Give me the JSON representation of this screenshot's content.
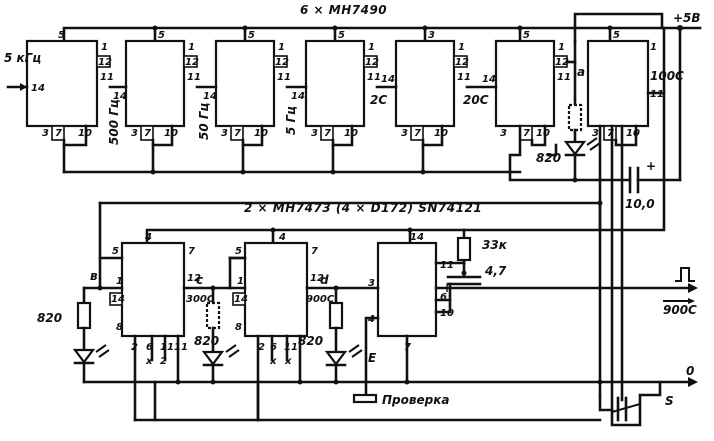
{
  "title_top": "6 × МН7490",
  "title_bottom": "2 × МН7473 (4 × D172)   SN74121",
  "supply": "+5В",
  "ground": "0",
  "input_label": "5 кГц",
  "freq_labels": [
    "500 Гц",
    "50 Гц",
    "5 Гц",
    "2С",
    "20С",
    "100С"
  ],
  "pin_labels": {
    "p1": "1",
    "p3": "3",
    "p5": "5",
    "p7": "7",
    "p10": "10",
    "p11": "11",
    "p12": "12",
    "p14": "14",
    "p2": "2",
    "p4": "4",
    "p6": "6",
    "p8": "8",
    "px": "x"
  },
  "node_labels": {
    "a": "a",
    "b": "в",
    "c": "c",
    "d": "d",
    "e": "E"
  },
  "bottom_output_labels": [
    "300С",
    "900С"
  ],
  "components": {
    "r_led_a": "820",
    "r_led_b": "820",
    "r_led_c": "820",
    "r_led_d": "820",
    "cap_top": "10,0",
    "r_33k": "33к",
    "cap_47": "4,7"
  },
  "output_label": "900С",
  "check_label": "Проверка",
  "switch_label": "S"
}
